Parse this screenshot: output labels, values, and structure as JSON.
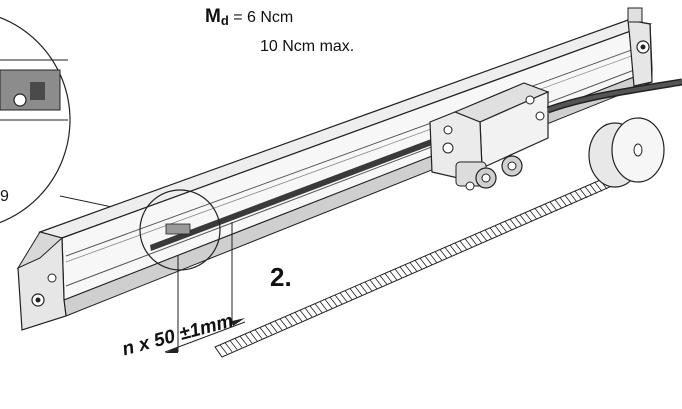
{
  "torque": {
    "symbol": "M",
    "subscript": "d",
    "nominal": " = 6 Ncm",
    "maximum": "10 Ncm max."
  },
  "step": {
    "number": "2."
  },
  "dimension": {
    "spacing_label": "n x 50 ±1mm"
  },
  "detail": {
    "partial_label": "9"
  },
  "colors": {
    "outline": "#222222",
    "housing_face": "#f4f4f4",
    "housing_side": "#c8c8c8",
    "scale_strip": "#3a3a3a",
    "cable": "#333333"
  },
  "icons": {
    "detail_magnifier": "circle-magnifier",
    "cable_reel": "tape-reel",
    "connectors": "plug-connectors"
  }
}
